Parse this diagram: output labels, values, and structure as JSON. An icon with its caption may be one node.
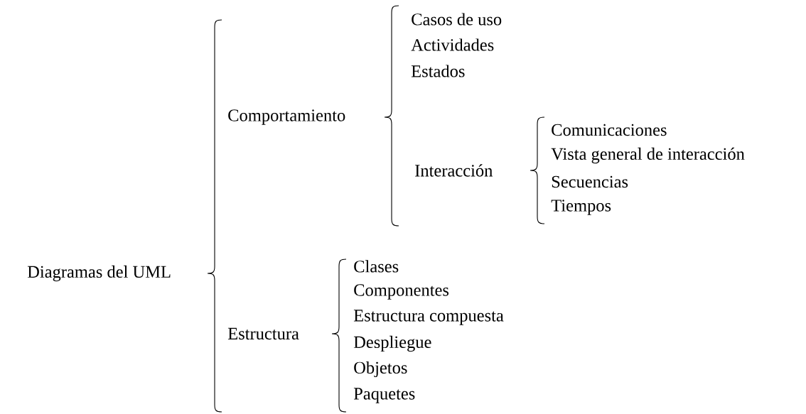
{
  "diagram": {
    "nodes": [
      {
        "text": [
          "Diagramas del UML"
        ]
      },
      {
        "text": [
          "Comportamiento"
        ]
      },
      {
        "text": [
          "Casos de uso"
        ]
      },
      {
        "text": [
          "Actividades"
        ]
      },
      {
        "text": [
          "Estados"
        ]
      },
      {
        "text": [
          "Interacción"
        ]
      },
      {
        "text": [
          "Comunicaciones"
        ]
      },
      {
        "text": [
          "Vista general de interacción"
        ]
      },
      {
        "text": [
          "Secuencias"
        ]
      },
      {
        "text": [
          "Tiempos"
        ]
      },
      {
        "text": [
          "Estructura"
        ]
      },
      {
        "text": [
          "Clases"
        ]
      },
      {
        "text": [
          "Componentes"
        ]
      },
      {
        "text": [
          "Estructura compuesta"
        ]
      },
      {
        "text": [
          "Despliegue"
        ]
      },
      {
        "text": [
          "Objetos"
        ]
      },
      {
        "text": [
          "Paquetes"
        ]
      }
    ]
  }
}
